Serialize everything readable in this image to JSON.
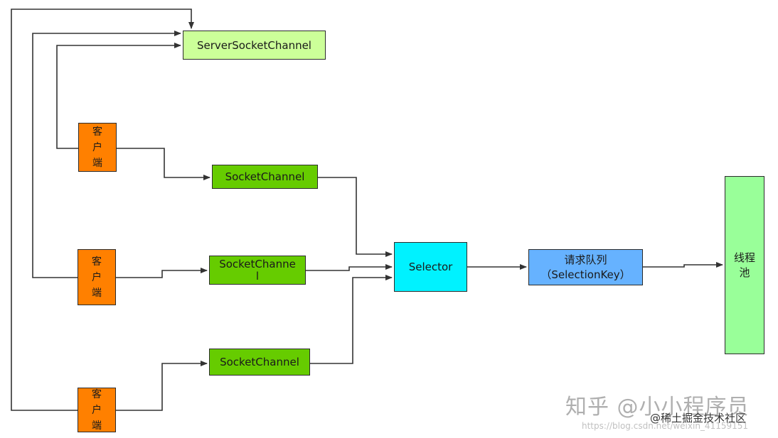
{
  "nodes": {
    "server_socket_channel": "ServerSocketChannel",
    "socket_channel_1": "SocketChannel",
    "socket_channel_2_line1": "SocketChanne",
    "socket_channel_2_line2": "l",
    "socket_channel_3": "SocketChannel",
    "client": [
      "客",
      "户",
      "端"
    ],
    "selector": "Selector",
    "request_queue_line1": "请求队列",
    "request_queue_line2": "（SelectionKey）",
    "thread_pool_line1": "线程",
    "thread_pool_line2": "池"
  },
  "watermark": {
    "main": "知乎 @小小程序员",
    "sub": "@稀土掘金技术社区",
    "url": "https://blog.csdn.net/weixin_41159151"
  },
  "colors": {
    "server_socket_channel": "#ccff99",
    "socket_channel": "#66cc00",
    "client": "#ff8000",
    "selector": "#00f2ff",
    "request_queue": "#66b2ff",
    "thread_pool": "#99ff99",
    "connector": "#333333"
  }
}
